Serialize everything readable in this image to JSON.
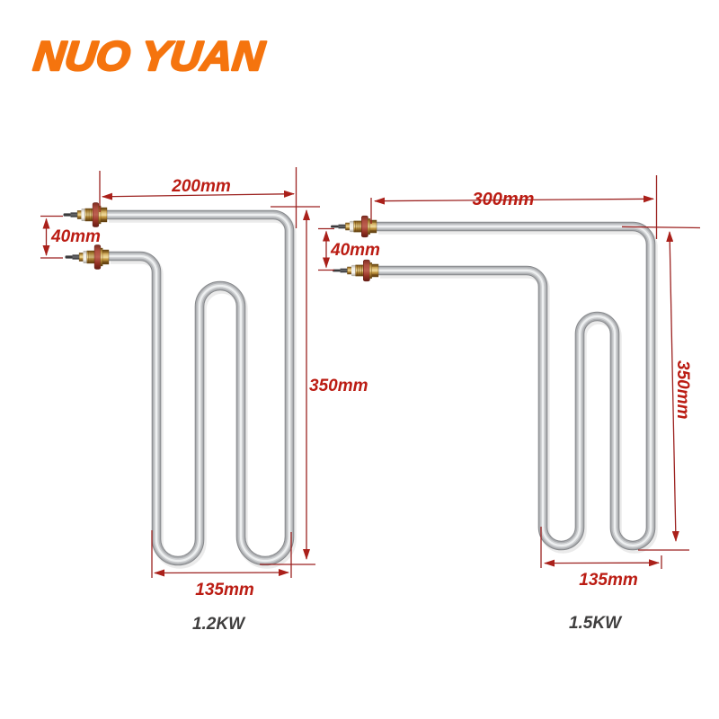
{
  "brand": {
    "name": "NUO YUAN",
    "color": "#f5740e"
  },
  "palette": {
    "background": "#ffffff",
    "dimension_line": "#a02522",
    "dimension_arrow": "#b5251c",
    "dimension_text": "#c01f18",
    "power_text": "#3f3e3e",
    "tube_steel": "#b4b6b8",
    "brass_fitting": "#c79b48",
    "gasket_red": "#b5473a"
  },
  "products": [
    {
      "id": "left-heating-element",
      "power": "1.2KW",
      "dims": {
        "top_length": "200mm",
        "terminal_gap": "40mm",
        "height": "350mm",
        "bottom_width": "135mm"
      }
    },
    {
      "id": "right-heating-element",
      "power": "1.5KW",
      "dims": {
        "top_length": "300mm",
        "terminal_gap": "40mm",
        "height": "350mm",
        "bottom_width": "135mm"
      }
    }
  ]
}
